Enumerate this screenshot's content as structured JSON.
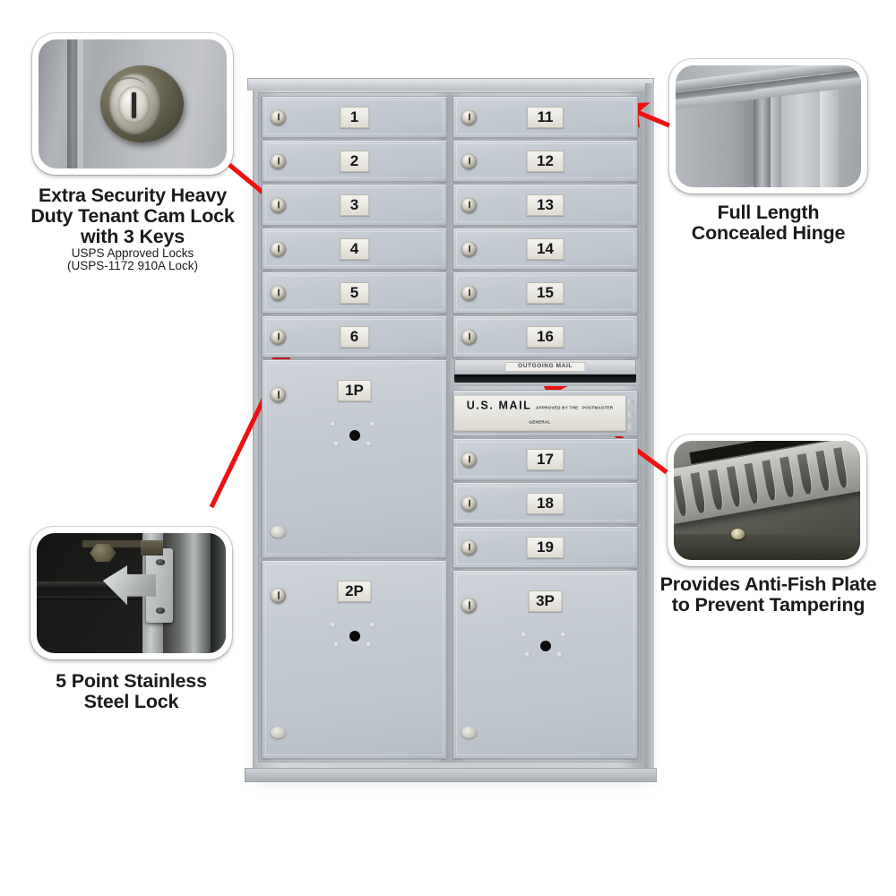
{
  "callouts": [
    {
      "id": "cam-lock",
      "photo": "cam-lock-photo",
      "caption_lines": [
        "Extra Security Heavy",
        "Duty Tenant Cam Lock",
        "with 3 Keys"
      ],
      "sub_lines": [
        "USPS Approved Locks",
        "(USPS-1172 910A Lock)"
      ]
    },
    {
      "id": "concealed-hinge",
      "photo": "concealed-hinge-photo",
      "caption_lines": [
        "Full Length",
        "Concealed Hinge"
      ],
      "sub_lines": []
    },
    {
      "id": "anti-fish-plate",
      "photo": "anti-fish-plate-photo",
      "caption_lines": [
        "Provides Anti-Fish Plate",
        "to Prevent Tampering"
      ],
      "sub_lines": []
    },
    {
      "id": "five-point-lock",
      "photo": "five-point-lock-photo",
      "caption_lines": [
        "5 Point Stainless",
        "Steel Lock"
      ],
      "sub_lines": []
    }
  ],
  "mailbox": {
    "left_column": {
      "tenant_doors": [
        "1",
        "2",
        "3",
        "4",
        "5",
        "6"
      ],
      "parcel_doors": [
        "1P",
        "2P"
      ]
    },
    "right_column": {
      "tenant_doors_upper": [
        "11",
        "12",
        "13",
        "14",
        "15",
        "16"
      ],
      "outgoing_slot_label": "OUTGOING MAIL",
      "collection_door": {
        "title": "U.S.  MAIL",
        "subtitle_line1": "APPROVED BY THE",
        "subtitle_line2": "POSTMASTER GENERAL"
      },
      "tenant_doors_lower": [
        "17",
        "18",
        "19"
      ],
      "parcel_doors": [
        "3P"
      ]
    }
  },
  "colors": {
    "arrow": "#ee1111",
    "door_face": "#c4cad1",
    "cabinet_frame": "#cbcfd4",
    "placard": "#f0efea",
    "text": "#1a1a1a"
  }
}
